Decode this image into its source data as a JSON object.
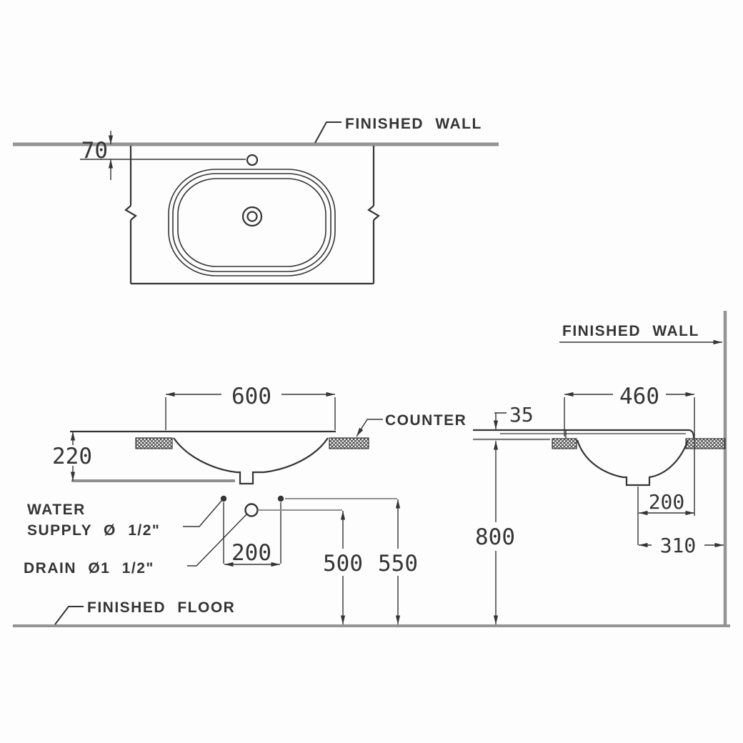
{
  "drawing": {
    "labels": {
      "finished_wall": "FINISHED WALL",
      "counter": "COUNTER",
      "water_supply_line1": "WATER",
      "water_supply_line2": "SUPPLY Ø 1/2\"",
      "drain": "DRAIN Ø1 1/2\"",
      "finished_floor": "FINISHED FLOOR"
    },
    "dimensions": {
      "faucet_to_wall": "70",
      "basin_width": "600",
      "basin_depth_front": "220",
      "supply_spacing": "200",
      "drain_height": "500",
      "supply_height": "550",
      "basin_depth_side": "460",
      "counter_thickness": "35",
      "counter_height": "800",
      "drain_offset": "200",
      "drain_to_wall": "310"
    },
    "colors": {
      "line": "#343434",
      "muted_line": "#8f8f8f",
      "wall_floor": "#949494",
      "background": "#fdfdfd"
    }
  }
}
